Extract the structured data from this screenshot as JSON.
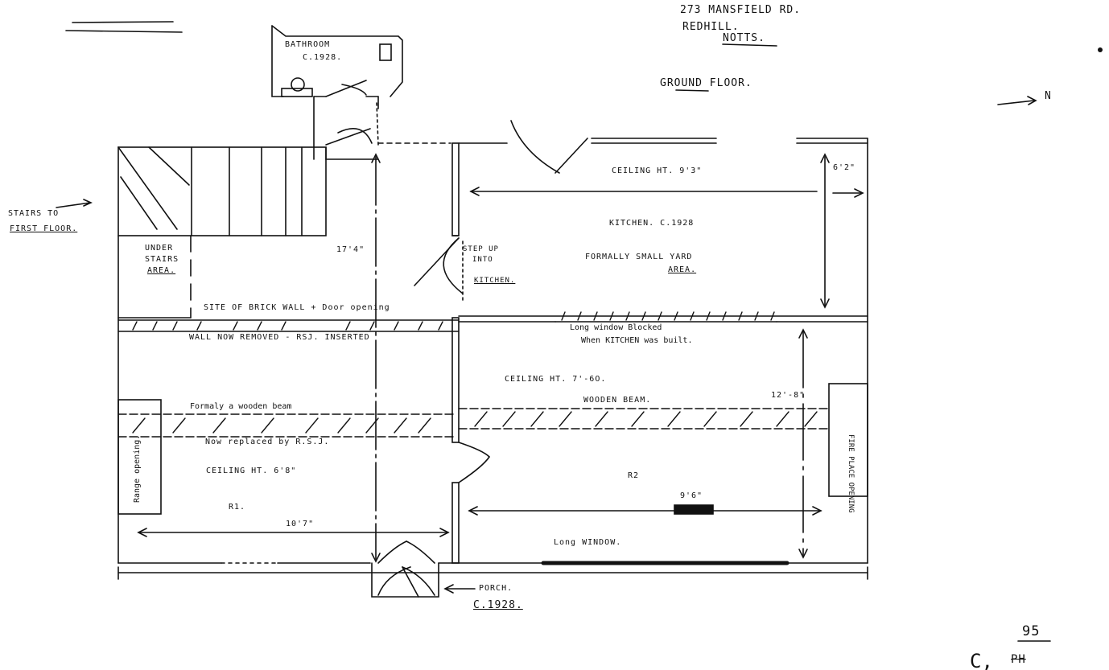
{
  "header": {
    "address_line1": "273 MANSFIELD Rd.",
    "address_line2": "REDHILL.",
    "address_line3": "NOTTS.",
    "floor": "GROUND FLOOR.",
    "north": "N"
  },
  "rooms": {
    "bathroom": {
      "name": "BATHROOM",
      "date": "C.1928."
    },
    "kitchen": {
      "name": "KITCHEN. C.1928",
      "note1": "FORMALLY SMALL YARD",
      "note2": "AREA.",
      "ceiling": "CEILING HT. 9'3\""
    },
    "r1": {
      "name": "R1.",
      "ceiling": "CEILING HT. 6'8\""
    },
    "r2": {
      "name": "R2",
      "ceiling": "CEILING HT. 7'-6O."
    },
    "porch": {
      "name": "PORCH.",
      "date": "C.1928."
    }
  },
  "labels": {
    "stairs": "STAIRS TO",
    "stairs2": "FIRST FLOOR.",
    "under_stairs1": "UNDER",
    "under_stairs2": "STAIRS",
    "under_stairs3": "AREA.",
    "step_up1": "STEP UP",
    "step_up2": "INTO",
    "step_up3": "KITCHEN.",
    "brick_wall": "SITE OF BRICK WALL + Door opening",
    "wall_removed": "WALL NOW REMOVED - RSJ. INSERTED",
    "long_window_blocked1": "Long window Blocked",
    "long_window_blocked2": "When KITCHEN was built.",
    "wooden_beam": "WOODEN BEAM.",
    "formerly_beam": "Formaly a wooden beam",
    "replaced_rsj": "Now replaced by R.S.J.",
    "range_opening": "Range opening.",
    "fireplace_opening": "FIRE PLACE OPENING",
    "long_window": "Long WINDOW."
  },
  "dimensions": {
    "d_17_4": "17'4\"",
    "d_6_2": "6'2\"",
    "d_12_8": "12'-8\"",
    "d_9_6": "9'6\"",
    "d_10_7": "10'7\""
  },
  "footer": {
    "page_number": "95",
    "initials": "PH"
  }
}
